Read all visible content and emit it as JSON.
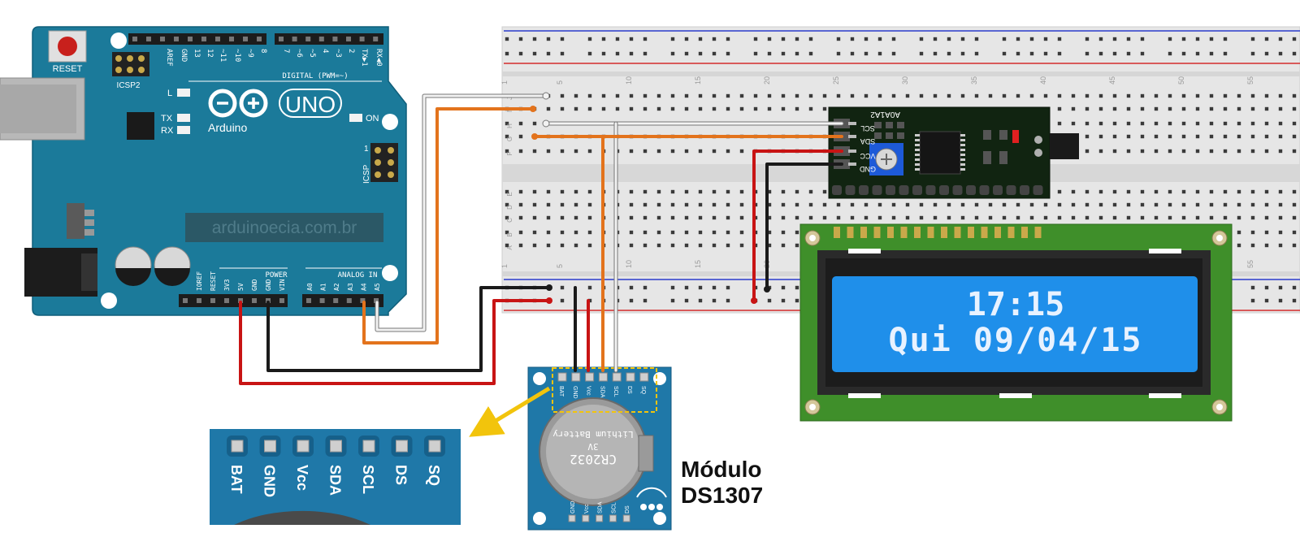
{
  "arduino": {
    "reset": "RESET",
    "icsp2": "ICSP2",
    "icsp": "ICSP",
    "led_l": "L",
    "led_tx": "TX",
    "led_rx": "RX",
    "led_on": "ON",
    "brand": "Arduino",
    "model": "UNO",
    "website": "arduinoecia.com.br",
    "digital_label": "DIGITAL (PWM=~)",
    "power_label": "POWER",
    "analog_label": "ANALOG IN",
    "icsp_pin1": "1",
    "top_pins": [
      "AREF",
      "GND",
      "13",
      "12",
      "~11",
      "~10",
      "~9",
      "8",
      "7",
      "~6",
      "~5",
      "4",
      "~3",
      "2",
      "TX▶1",
      "RX◀0"
    ],
    "power_pins": [
      "IOREF",
      "RESET",
      "3V3",
      "5V",
      "GND",
      "GND",
      "VIN"
    ],
    "analog_pins": [
      "A0",
      "A1",
      "A2",
      "A3",
      "A4",
      "A5"
    ]
  },
  "breadboard": {
    "column_numbers": [
      "1",
      "5",
      "10",
      "15",
      "20",
      "25",
      "30",
      "35",
      "40",
      "45",
      "50",
      "55"
    ],
    "rows_top": [
      "J",
      "I",
      "H",
      "G",
      "F"
    ],
    "rows_bottom": [
      "E",
      "D",
      "C",
      "B",
      "A"
    ]
  },
  "i2c_module": {
    "pins": [
      "SCL",
      "SDA",
      "VCC",
      "GND"
    ],
    "address_label": "A0A1A2"
  },
  "lcd": {
    "line1": "17:15",
    "line2": "Qui 09/04/15"
  },
  "rtc": {
    "pins": [
      "BAT",
      "GND",
      "Vcc",
      "SDA",
      "SCL",
      "DS",
      "SQ"
    ],
    "bottom_pins": [
      "GND",
      "Vcc",
      "SDA",
      "SCL",
      "DS"
    ],
    "battery_line1": "Lithium Battery",
    "battery_line2": "3V",
    "battery_line3": "CR2032"
  },
  "zoom": {
    "pins": [
      "BAT",
      "GND",
      "Vcc",
      "SDA",
      "SCL",
      "DS",
      "SQ"
    ]
  },
  "caption": {
    "line1": "Módulo",
    "line2": "DS1307"
  },
  "colors": {
    "arduino_board": "#1b7a9a",
    "rtc_board": "#1f78a8",
    "breadboard": "#e6e6e6",
    "lcd_pcb": "#3f8f2a",
    "lcd_screen": "#1f8fea",
    "wire_red": "#c81414",
    "wire_black": "#1a1a1a",
    "wire_orange": "#e3731c",
    "wire_white": "#f2f2f2",
    "arrow": "#f2c40c"
  }
}
